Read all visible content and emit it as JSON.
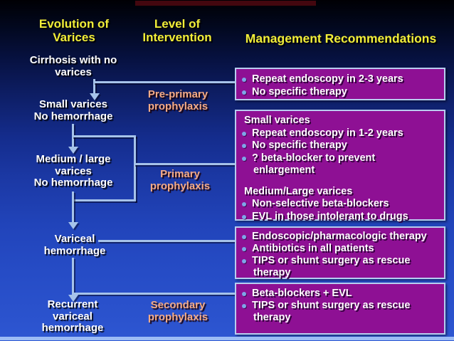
{
  "header": {
    "col1": "Evolution of\nVarices",
    "col2": "Level of\nIntervention",
    "col3": "Management Recommendations"
  },
  "stages": [
    {
      "label": "Cirrhosis with no\nvarices"
    },
    {
      "label": "Small varices\nNo hemorrhage"
    },
    {
      "label": "Medium / large\nvarices\nNo hemorrhage"
    },
    {
      "label": "Variceal\nhemorrhage"
    },
    {
      "label": "Recurrent\nvariceal\nhemorrhage"
    }
  ],
  "interventions": [
    {
      "label": "Pre-primary\nprophylaxis"
    },
    {
      "label": "Primary\nprophylaxis"
    },
    {
      "label": "Secondary\nprophylaxis"
    }
  ],
  "boxes": [
    {
      "lines": [
        {
          "t": "Repeat endoscopy in 2-3 years"
        },
        {
          "t": "No specific therapy"
        }
      ]
    },
    {
      "lines": [
        {
          "t": "Small varices"
        },
        {
          "t": "Repeat endoscopy in 1-2 years"
        },
        {
          "t": "No specific therapy"
        },
        {
          "t": "? beta-blocker to prevent"
        },
        {
          "t": "enlargement"
        },
        {
          "t": "Medium/Large varices"
        },
        {
          "t": "Non-selective beta-blockers"
        },
        {
          "t": "EVL in those intolerant to drugs"
        }
      ]
    },
    {
      "lines": [
        {
          "t": "Endoscopic/pharmacologic therapy"
        },
        {
          "t": "Antibiotics in all patients"
        },
        {
          "t": "TIPS or shunt surgery as rescue"
        },
        {
          "t": "therapy"
        }
      ]
    },
    {
      "lines": [
        {
          "t": "Beta-blockers + EVL"
        },
        {
          "t": "TIPS or shunt surgery as rescue"
        },
        {
          "t": "therapy"
        }
      ]
    }
  ],
  "colors": {
    "header_text": "#f2ee38",
    "stage_text": "#ffffff",
    "intervention_text": "#f5ab85",
    "box_fill": "#8e1094",
    "box_border": "#b7cdf0",
    "bullet": "#7ea6e8",
    "connector": "#a6c3ea",
    "background_top": "#000004",
    "background_bottom": "#2e57d2",
    "top_bar": "#43070f",
    "bottom_band": "#9cbcf5"
  }
}
